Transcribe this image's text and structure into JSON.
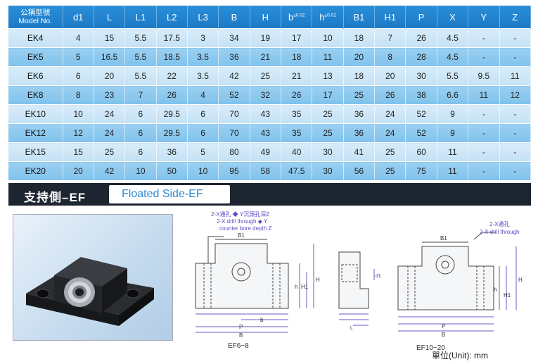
{
  "table": {
    "headers": [
      {
        "main": "公稱型號",
        "sub": "Model No.",
        "sup": ""
      },
      {
        "main": "d1",
        "sub": "",
        "sup": ""
      },
      {
        "main": "L",
        "sub": "",
        "sup": ""
      },
      {
        "main": "L1",
        "sub": "",
        "sup": ""
      },
      {
        "main": "L2",
        "sub": "",
        "sup": ""
      },
      {
        "main": "L3",
        "sub": "",
        "sup": ""
      },
      {
        "main": "B",
        "sub": "",
        "sup": ""
      },
      {
        "main": "H",
        "sub": "",
        "sup": ""
      },
      {
        "main": "b",
        "sub": "",
        "sup": "±0.02"
      },
      {
        "main": "h",
        "sub": "",
        "sup": "±0.02"
      },
      {
        "main": "B1",
        "sub": "",
        "sup": ""
      },
      {
        "main": "H1",
        "sub": "",
        "sup": ""
      },
      {
        "main": "P",
        "sub": "",
        "sup": ""
      },
      {
        "main": "X",
        "sub": "",
        "sup": ""
      },
      {
        "main": "Y",
        "sub": "",
        "sup": ""
      },
      {
        "main": "Z",
        "sub": "",
        "sup": ""
      }
    ],
    "rows": [
      [
        "EK4",
        "4",
        "15",
        "5.5",
        "17.5",
        "3",
        "34",
        "19",
        "17",
        "10",
        "18",
        "7",
        "26",
        "4.5",
        "-",
        "-"
      ],
      [
        "EK5",
        "5",
        "16.5",
        "5.5",
        "18.5",
        "3.5",
        "36",
        "21",
        "18",
        "11",
        "20",
        "8",
        "28",
        "4.5",
        "-",
        "-"
      ],
      [
        "EK6",
        "6",
        "20",
        "5.5",
        "22",
        "3.5",
        "42",
        "25",
        "21",
        "13",
        "18",
        "20",
        "30",
        "5.5",
        "9.5",
        "11"
      ],
      [
        "EK8",
        "8",
        "23",
        "7",
        "26",
        "4",
        "52",
        "32",
        "26",
        "17",
        "25",
        "26",
        "38",
        "6.6",
        "11",
        "12"
      ],
      [
        "EK10",
        "10",
        "24",
        "6",
        "29.5",
        "6",
        "70",
        "43",
        "35",
        "25",
        "36",
        "24",
        "52",
        "9",
        "-",
        "-"
      ],
      [
        "EK12",
        "12",
        "24",
        "6",
        "29.5",
        "6",
        "70",
        "43",
        "35",
        "25",
        "36",
        "24",
        "52",
        "9",
        "-",
        "-"
      ],
      [
        "EK15",
        "15",
        "25",
        "6",
        "36",
        "5",
        "80",
        "49",
        "40",
        "30",
        "41",
        "25",
        "60",
        "11",
        "-",
        "-"
      ],
      [
        "EK20",
        "20",
        "42",
        "10",
        "50",
        "10",
        "95",
        "58",
        "47.5",
        "30",
        "56",
        "25",
        "75",
        "11",
        "-",
        "-"
      ]
    ]
  },
  "section": {
    "title_cn": "支持側–EF",
    "title_en": "Floated Side-EF"
  },
  "drawing_ef6": {
    "note_line1": "2-X通孔 ◆ Y沉頭孔深Z",
    "note_line2": "2-X drill through ◆ Y",
    "note_line3": "counter bore depth Z",
    "dim_B1": "B1",
    "dim_H": "H",
    "dim_H1": "H1",
    "dim_h": "h",
    "dim_b": "b",
    "dim_P": "P",
    "dim_B": "B",
    "caption": "EF6~8"
  },
  "drawing_side": {
    "dim_d1": "d1",
    "dim_L": "L"
  },
  "drawing_ef10": {
    "note_line1": "2-X通孔",
    "note_line2": "2-X drill through",
    "dim_B1": "B1",
    "dim_H": "H",
    "dim_H1": "H1",
    "dim_h": "h",
    "dim_P": "P",
    "dim_B": "B",
    "caption": "EF10~20"
  },
  "unit_label": "單位(Unit):   mm"
}
